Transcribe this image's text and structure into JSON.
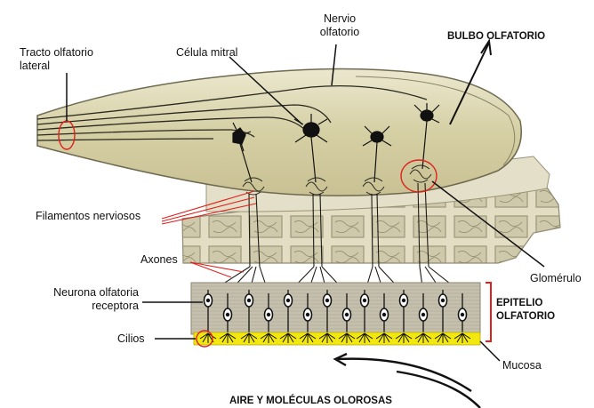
{
  "labels": {
    "tracto_line1": "Tracto olfatorio",
    "tracto_line2": "lateral",
    "nervio_line1": "Nervio",
    "nervio_line2": "olfatorio",
    "celula_mitral": "Célula mitral",
    "bulbo": "BULBO OLFATORIO",
    "filamentos": "Filamentos nerviosos",
    "axones": "Axones",
    "glomerulo": "Glomérulo",
    "neurona_line1": "Neurona olfatoria",
    "neurona_line2": "receptora",
    "epitelio_line1": "EPITELIO",
    "epitelio_line2": "OLFATORIO",
    "cilios": "Cilios",
    "mucosa": "Mucosa",
    "aire": "AIRE Y MOLÉCULAS OLOROSAS"
  },
  "colors": {
    "bulb": "#d9d3a8",
    "bone": "#ddd8bc",
    "epithelium": "#bdb9a7",
    "mucosa": "#f2e80f",
    "highlight_red": "#e0201b",
    "ink": "#111111"
  }
}
